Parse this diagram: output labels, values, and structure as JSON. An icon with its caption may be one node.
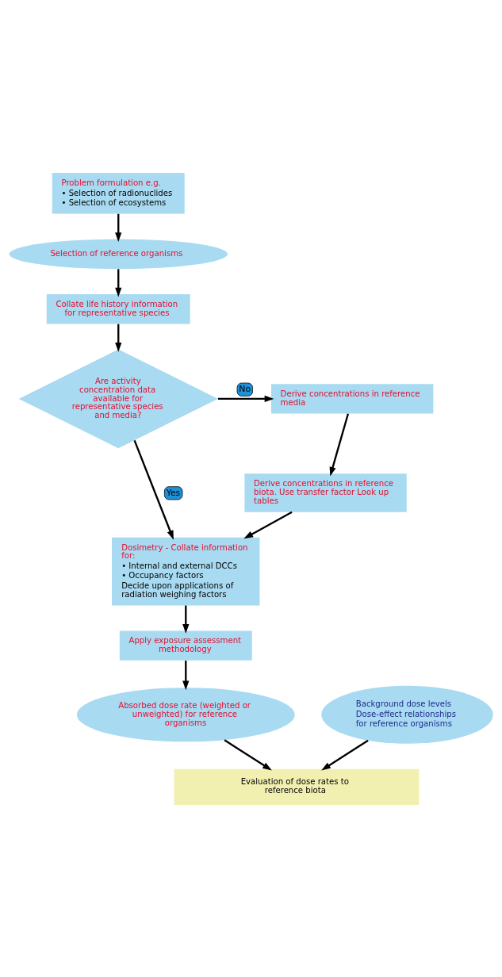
{
  "diagram": {
    "nodes": [
      {
        "text": [
          "Problem formulation e.g.",
          "• Selection of radionuclides",
          "• Selection of ecosystems"
        ]
      },
      {
        "text": [
          "Selection of reference organisms"
        ]
      },
      {
        "text": [
          "Collate life history information for representative species"
        ]
      },
      {
        "text": [
          "Are activity concentration data available for representative species and media?"
        ]
      },
      {
        "text": [
          "Derive concentrations in reference media"
        ]
      },
      {
        "text": [
          "Derive concentrations in reference biota. Use transfer factor Look up tables"
        ]
      },
      {
        "text": [
          "Dosimetry - Collate information for:",
          "• Internal and external DCCs",
          "• Occupancy factors",
          "Decide upon applications of radiation weighing factors"
        ]
      },
      {
        "text": [
          "Apply exposure assessment methodology"
        ]
      },
      {
        "text": [
          "Absorbed dose rate (weighted or unweighted) for reference organisms"
        ]
      },
      {
        "text": [
          "Background dose levels",
          "Dose-effect relationships",
          "for reference organisms"
        ]
      },
      {
        "text": [
          "Evaluation of dose rates to reference biota"
        ]
      }
    ],
    "edges": [
      {
        "from": 0,
        "to": 1,
        "arrow": "to"
      },
      {
        "from": 1,
        "to": 2,
        "arrow": "to"
      },
      {
        "from": 2,
        "to": 3,
        "arrow": "to"
      },
      {
        "from": 3,
        "to": 4,
        "arrow": "to",
        "label": "No"
      },
      {
        "from": 4,
        "to": 5,
        "arrow": "to"
      },
      {
        "from": 5,
        "to": 6,
        "arrow": "to"
      },
      {
        "from": 3,
        "to": 6,
        "arrow": "to",
        "label": "Yes"
      },
      {
        "from": 6,
        "to": 7,
        "arrow": "to"
      },
      {
        "from": 7,
        "to": 8,
        "arrow": "to"
      },
      {
        "from": 8,
        "to": 10,
        "arrow": "to"
      },
      {
        "from": 9,
        "to": 10,
        "arrow": "to"
      }
    ]
  }
}
